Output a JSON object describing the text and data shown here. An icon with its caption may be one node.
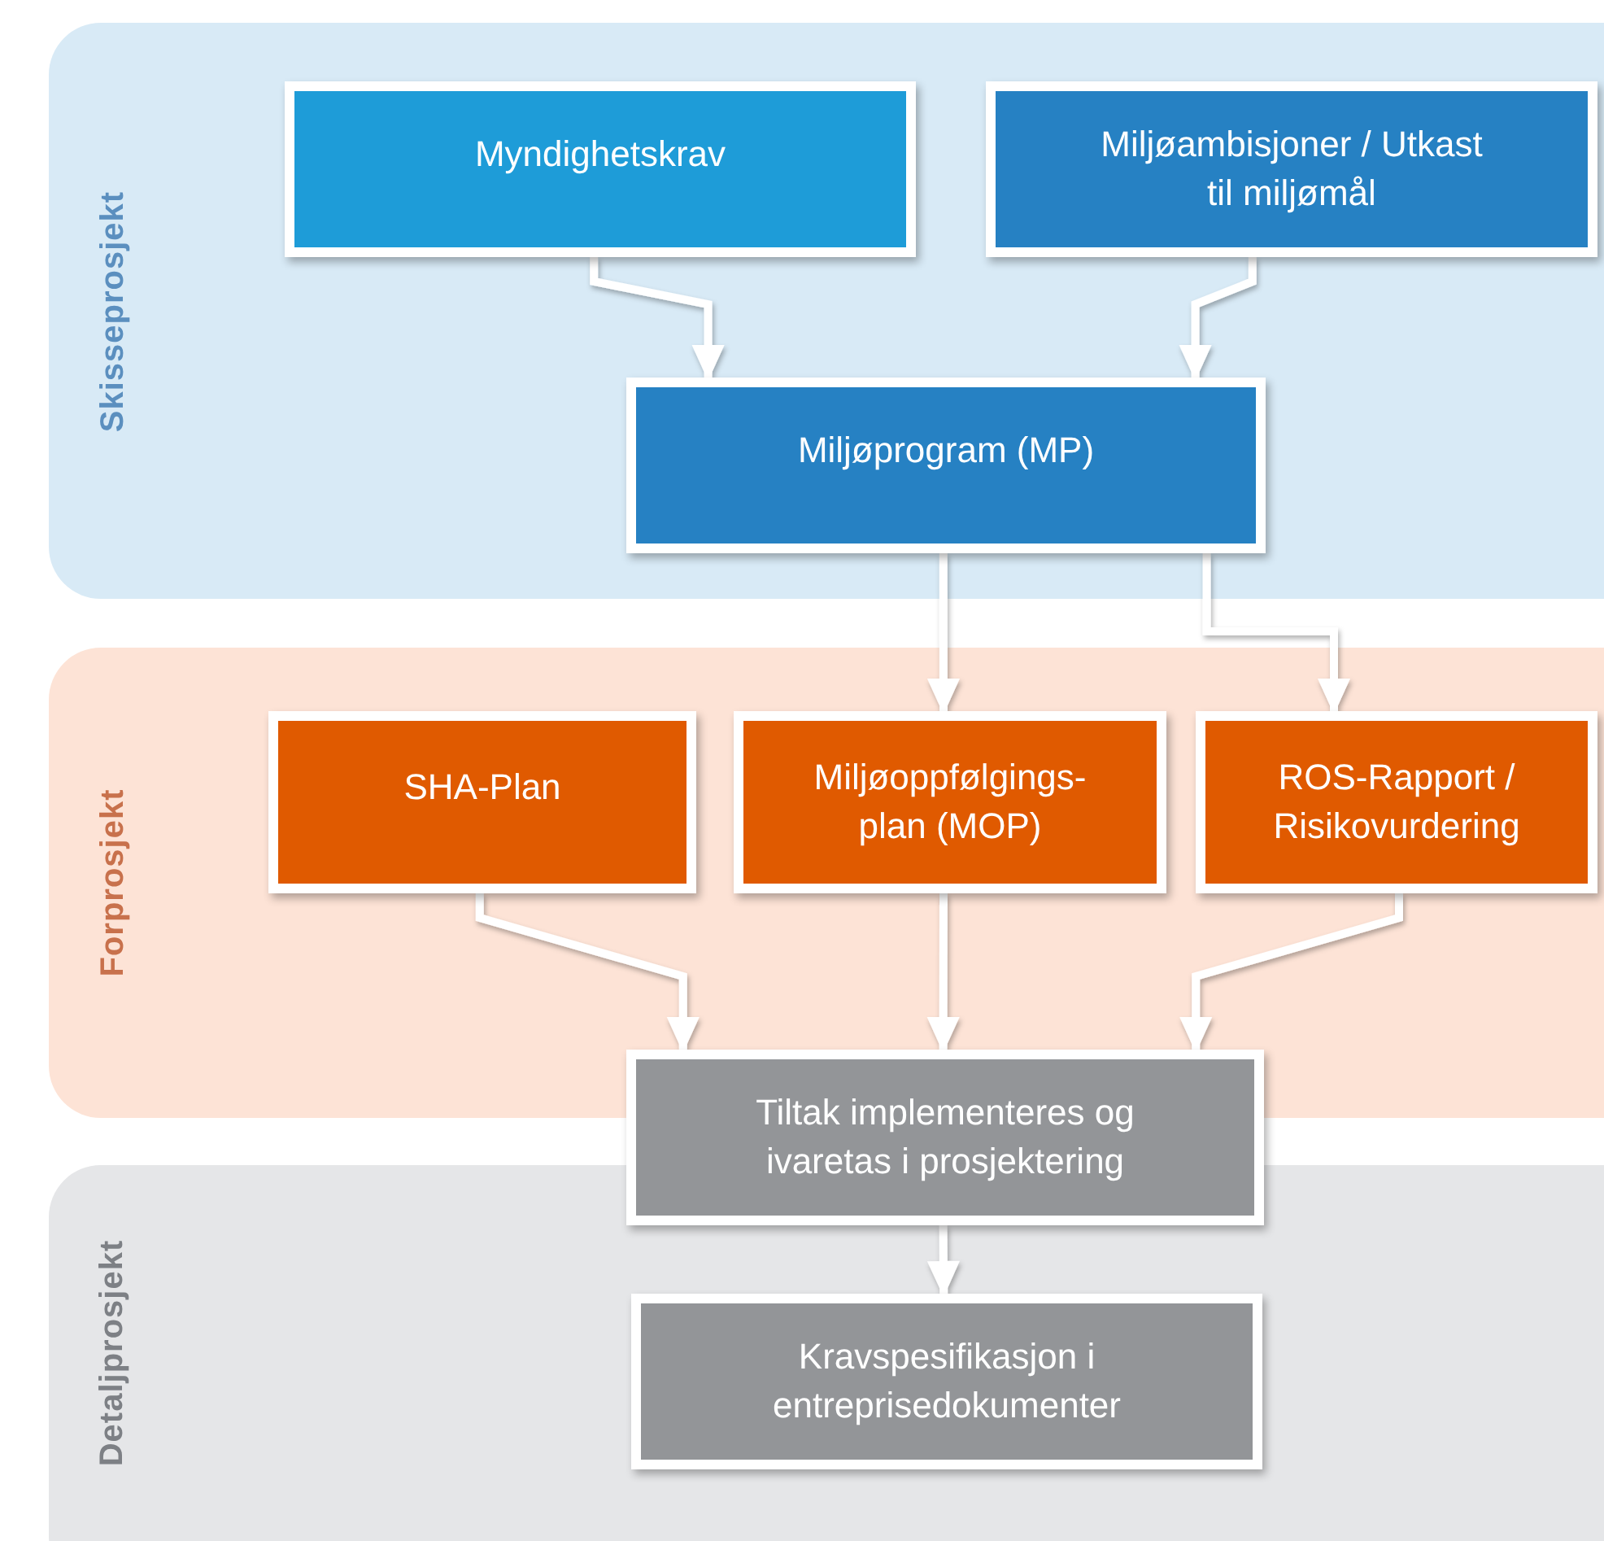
{
  "diagram": {
    "nodes": [
      {
        "text": [
          "Skisseprosjekt"
        ]
      },
      {
        "text": [
          "Myndighetskrav"
        ],
        "in": 0
      },
      {
        "text": [
          "Miljøambisjoner / Utkast til miljømål"
        ],
        "in": 0
      },
      {
        "text": [
          "Miljøprogram (MP)"
        ],
        "in": 0
      },
      {
        "text": [
          "Forprosjekt"
        ]
      },
      {
        "text": [
          "SHA-Plan"
        ],
        "in": 4
      },
      {
        "text": [
          "Miljøoppfølgings-plan (MOP)"
        ],
        "in": 4
      },
      {
        "text": [
          "ROS-Rapport / Risikovurdering"
        ],
        "in": 4
      },
      {
        "text": [
          "Detaljprosjekt"
        ]
      },
      {
        "text": [
          "Tiltak implementeres og ivaretas i prosjektering"
        ]
      },
      {
        "text": [
          "Kravspesifikasjon i entreprisedokumenter"
        ],
        "in": 8
      }
    ],
    "edges": [
      {
        "from": 1,
        "to": 3,
        "arrow": "to"
      },
      {
        "from": 2,
        "to": 3,
        "arrow": "to"
      },
      {
        "from": 3,
        "to": 6,
        "arrow": "to"
      },
      {
        "from": 3,
        "to": 7,
        "arrow": "to"
      },
      {
        "from": 5,
        "to": 9,
        "arrow": "to"
      },
      {
        "from": 6,
        "to": 9,
        "arrow": "to"
      },
      {
        "from": 7,
        "to": 9,
        "arrow": "to"
      },
      {
        "from": 9,
        "to": 10,
        "arrow": "to"
      }
    ]
  }
}
